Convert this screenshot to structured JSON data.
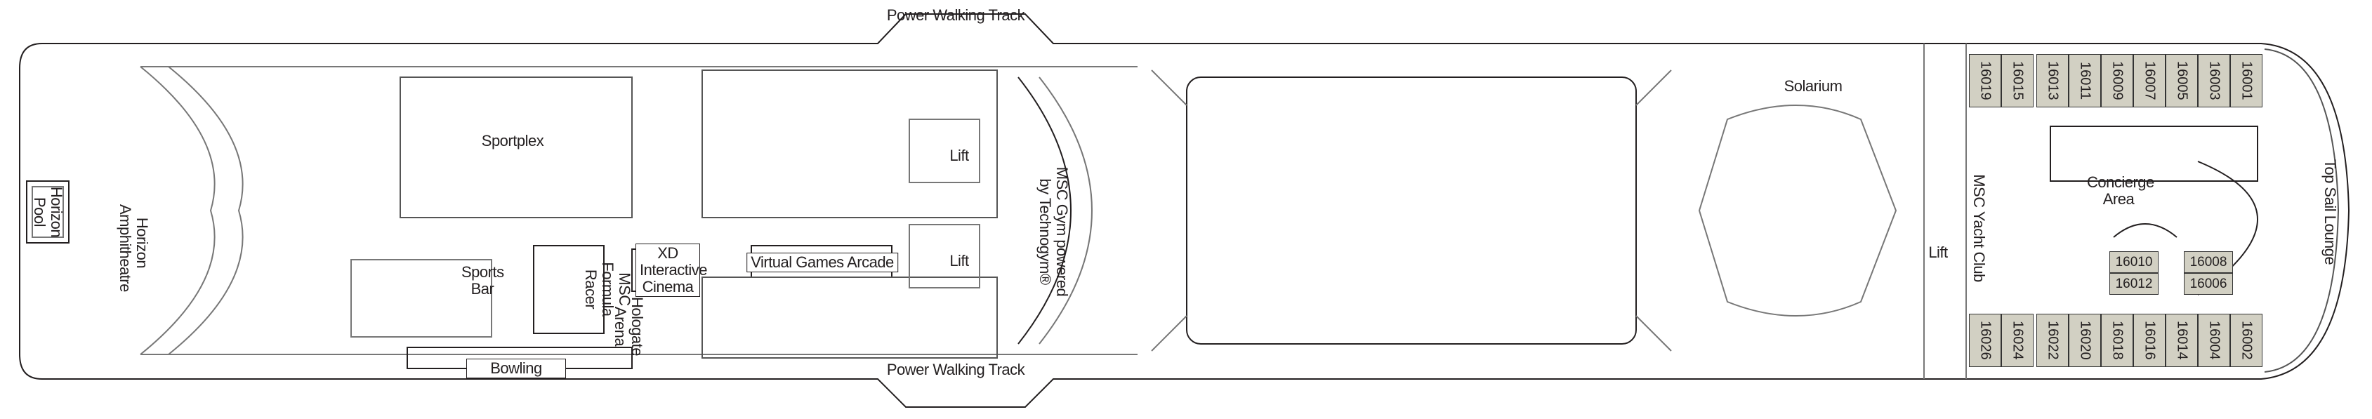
{
  "deck_labels": {
    "power_walking_track_top": "Power Walking Track",
    "power_walking_track_bottom": "Power Walking Track",
    "horizon_pool": "Horizon Pool",
    "horizon_amphitheatre": "Horizon Amphitheatre",
    "sportplex": "Sportplex",
    "sports_bar": "Sports Bar",
    "msc_formula_racer": "MSC Formula Racer",
    "xd_cinema": "XD Interactive Cinema",
    "hologate_arena": "Hologate Arena",
    "bowling": "Bowling",
    "virtual_games_arcade": "Virtual Games Arcade",
    "lift_1": "Lift",
    "lift_2": "Lift",
    "msc_gym": "MSC Gym powered by Technogym®",
    "solarium": "Solarium",
    "msc_yacht_club": "MSC Yacht Club",
    "lift_3": "Lift",
    "concierge_area": "Concierge Area",
    "top_sail_lounge": "Top Sail Lounge"
  },
  "cabins": {
    "top_row": [
      "16019",
      "16015",
      "16013",
      "16011",
      "16009",
      "16007",
      "16005",
      "16003",
      "16001"
    ],
    "bottom_row": [
      "16026",
      "16024",
      "16022",
      "16020",
      "16018",
      "16016",
      "16014",
      "16004",
      "16002"
    ],
    "suites": [
      "16010",
      "16012",
      "16008",
      "16006"
    ]
  },
  "colors": {
    "cabin_fill": "#d2d0c3",
    "line": "#231f20"
  }
}
